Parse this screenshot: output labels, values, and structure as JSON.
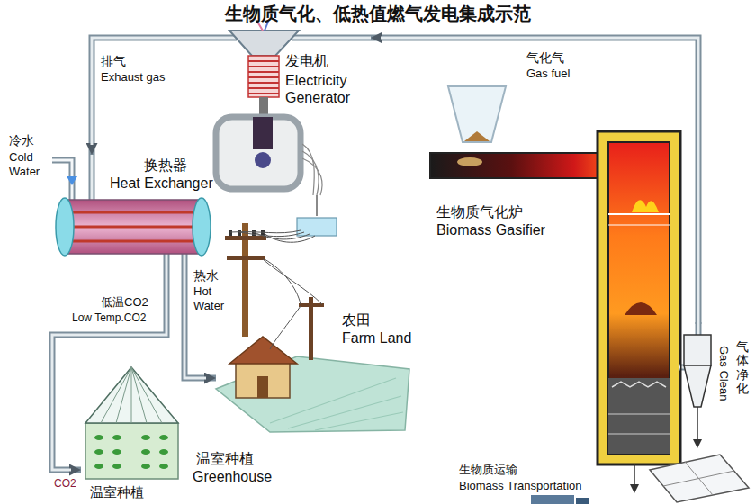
{
  "diagram": {
    "title": "生物质气化、低热值燃气发电集成示范",
    "nodes": [
      {
        "text": [
          "发电机",
          "Electricity Generator"
        ]
      },
      {
        "text": [
          "换热器",
          "Heat Exchanger"
        ]
      },
      {
        "text": [
          "生物质气化炉",
          "Biomass Gasifier"
        ]
      },
      {
        "text": [
          "气体净化",
          "Gas Clean"
        ]
      },
      {
        "text": [
          "温室种植",
          "Greenhouse"
        ]
      },
      {
        "text": [
          "农田",
          "Farm Land"
        ]
      },
      {
        "text": [
          "生物质运输",
          "Biomass Transportation"
        ]
      }
    ],
    "edges": [
      {
        "from": 2,
        "to": 3,
        "arrow": "none"
      },
      {
        "from": 3,
        "to": 0,
        "arrow": "to"
      },
      {
        "from": 0,
        "to": 1,
        "arrow": "to"
      },
      {
        "from": 1,
        "to": 4,
        "arrow": "to"
      },
      {
        "from": 1,
        "to": 5,
        "arrow": "to"
      },
      {
        "from": 0,
        "to": 5,
        "arrow": "none"
      }
    ],
    "labels": [
      "排气",
      "Exhaust gas",
      "冷水",
      "Cold Water",
      "气化气",
      "Gas fuel",
      "热水",
      "Hot Water",
      "低温CO2",
      "Low Temp.CO2",
      "CO2",
      "温室种植"
    ]
  }
}
